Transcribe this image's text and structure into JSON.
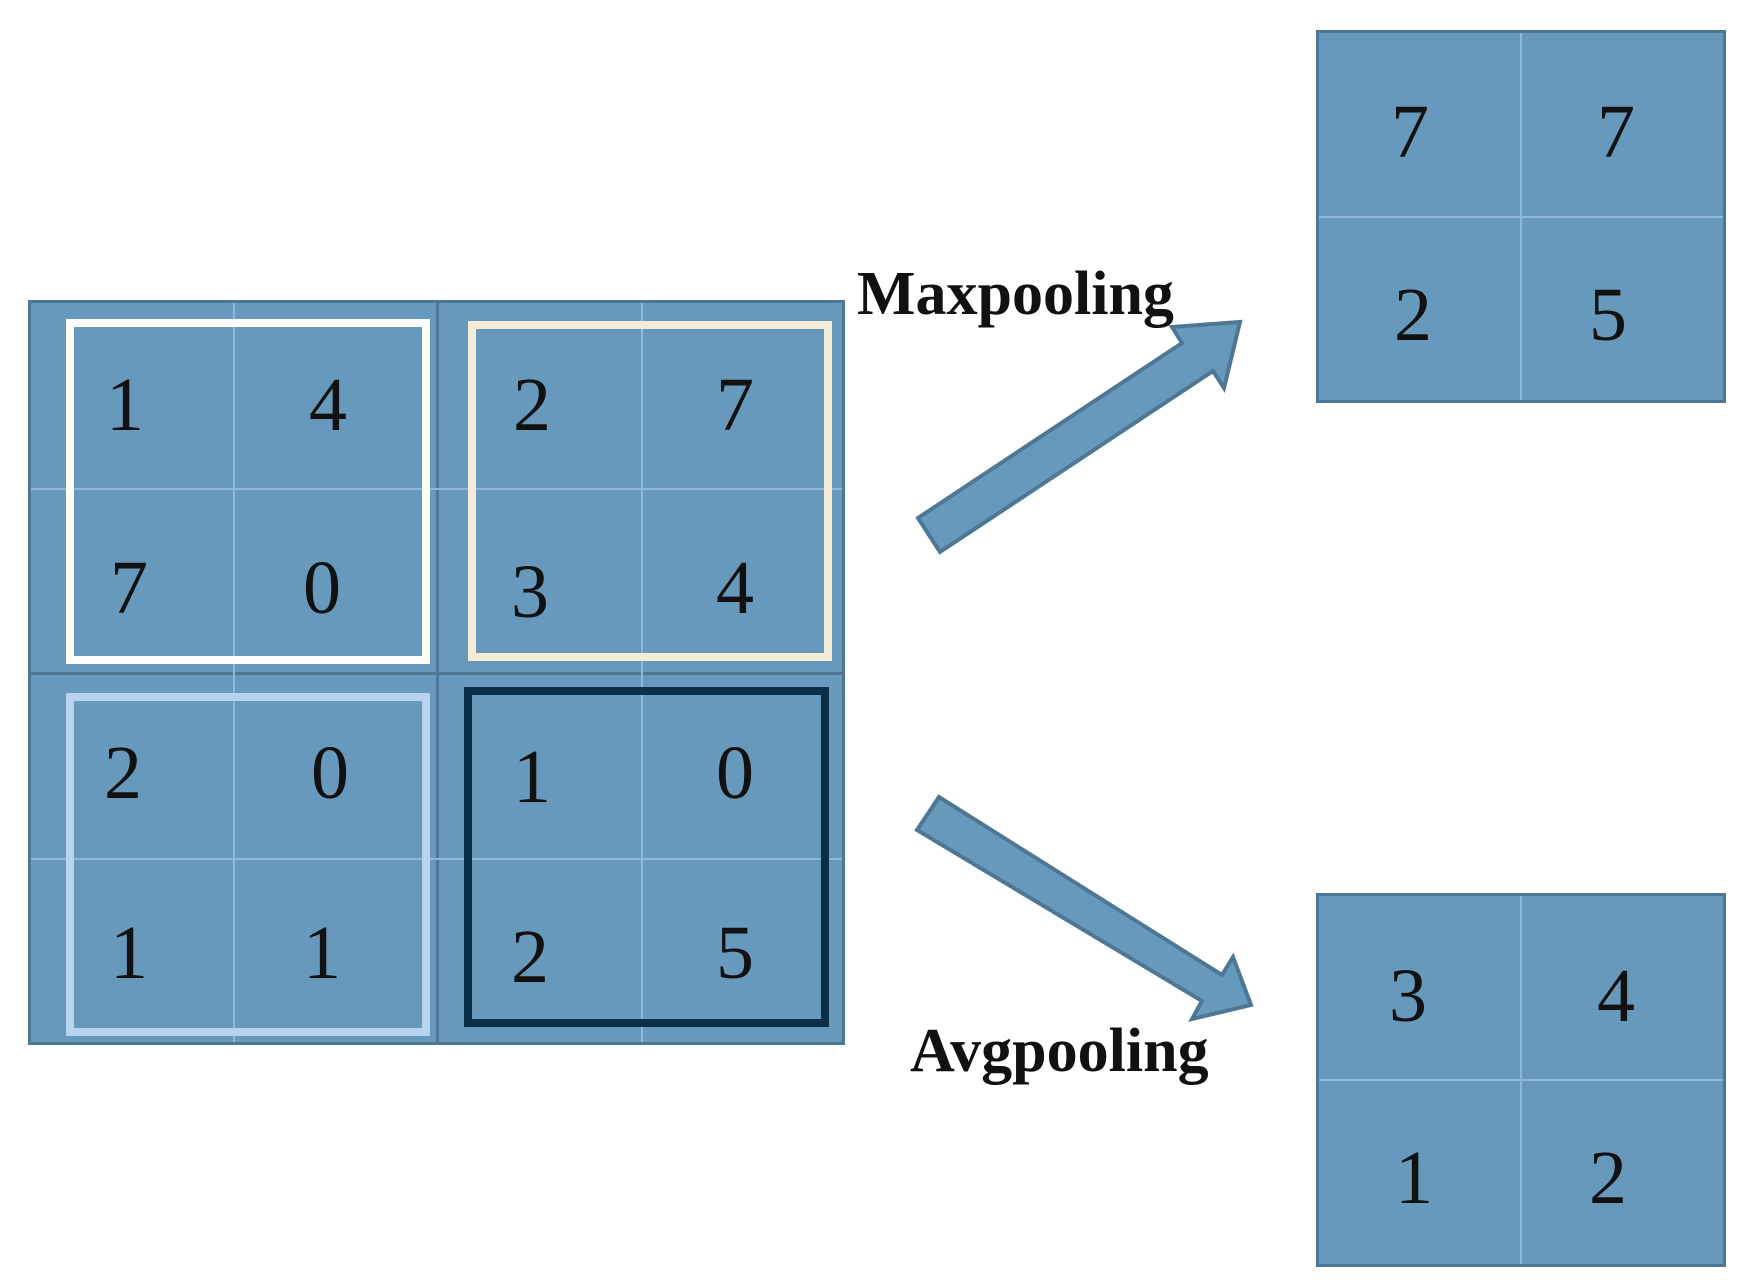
{
  "input_grid": {
    "cells": [
      [
        "1",
        "4",
        "2",
        "7"
      ],
      [
        "7",
        "0",
        "3",
        "4"
      ],
      [
        "2",
        "0",
        "1",
        "0"
      ],
      [
        "1",
        "1",
        "2",
        "5"
      ]
    ]
  },
  "pool_windows": [
    {
      "name": "top-left-window",
      "color": "#ffffff"
    },
    {
      "name": "top-right-window",
      "color": "#f5ecd6"
    },
    {
      "name": "bottom-left-window",
      "color": "#b6d3f0"
    },
    {
      "name": "bottom-right-window",
      "color": "#0c2f48"
    }
  ],
  "maxpool": {
    "label": "Maxpooling",
    "cells": [
      [
        "7",
        "7"
      ],
      [
        "2",
        "5"
      ]
    ]
  },
  "avgpool": {
    "label": "Avgpooling",
    "cells": [
      [
        "3",
        "4"
      ],
      [
        "1",
        "2"
      ]
    ]
  },
  "colors": {
    "cell_fill": "#6699bb",
    "grid_border": "#4e7795",
    "inner_line": "#8fb8de",
    "arrow_fill": "#6699bb",
    "arrow_stroke": "#4e7795"
  }
}
